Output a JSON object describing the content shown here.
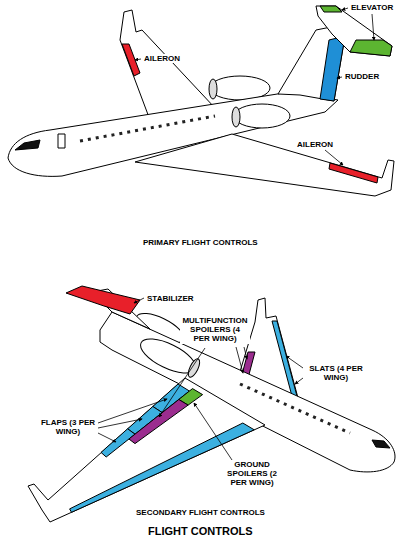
{
  "diagram": {
    "caption": "FLIGHT CONTROLS",
    "labels": [
      "ELEVATOR",
      "AILERON",
      "RUDDER",
      "AILERON",
      "PRIMARY FLIGHT CONTROLS",
      "STABILIZER",
      "MULTIFUNCTION SPOILERS (4 PER WING)",
      "SLATS (4 PER WING)",
      "FLAPS (3 PER WING)",
      "GROUND SPOILERS (2 PER WING)",
      "SECONDARY FLIGHT CONTROLS"
    ]
  }
}
